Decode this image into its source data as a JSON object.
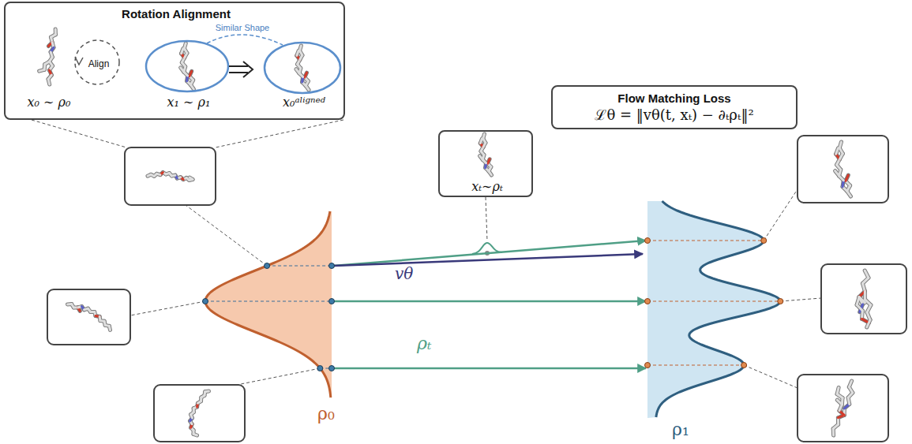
{
  "diagram": {
    "nodes": [
      {
        "text": [
          "Rotation Alignment",
          "x₀ ∼ ρ₀",
          "Align",
          "x₁ ∼ ρ₁",
          "Similar Shape",
          "x₀ᵃˡⁱᵍⁿᵉᵈ"
        ]
      },
      {
        "text": [
          "Flow Matching Loss",
          "ℒθ = ‖vθ(t, xₜ) − ∂ₜρₜ‖²"
        ]
      },
      {
        "text": [
          "xₜ∼ρₜ"
        ]
      },
      {
        "text": [
          "ρ₀"
        ]
      },
      {
        "text": [
          "ρ₁"
        ]
      }
    ],
    "edges": [
      {
        "from": 3,
        "to": 4,
        "arrow": "to"
      },
      {
        "from": 3,
        "to": 4,
        "arrow": "to",
        "label": "vθ"
      },
      {
        "from": 3,
        "to": 4,
        "arrow": "to"
      },
      {
        "from": 3,
        "to": 4,
        "arrow": "to",
        "label": "ρₜ"
      }
    ]
  }
}
